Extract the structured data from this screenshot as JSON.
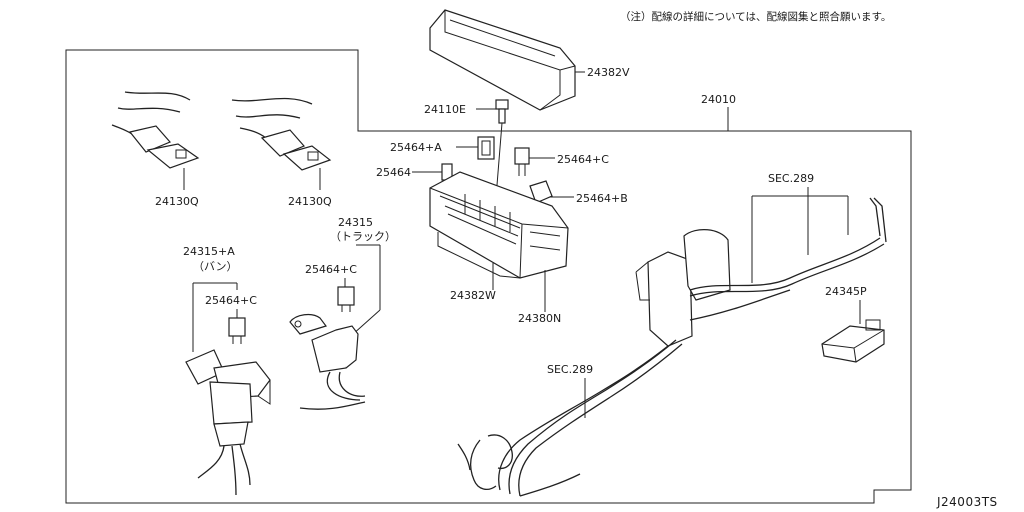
{
  "note": "（注）配線の詳細については、配線図集と照合願います。",
  "diagram_code": "J24003TS",
  "labels": {
    "p24382V": "24382V",
    "p24010": "24010",
    "p24110E": "24110E",
    "p25464A": "25464+A",
    "p25464C_top": "25464+C",
    "p25464": "25464",
    "p25464B": "25464+B",
    "p24130Q_1": "24130Q",
    "p24130Q_2": "24130Q",
    "p24315": "24315",
    "p24315_truck": "（トラック）",
    "p24315A": "24315+A",
    "p24315A_van": "（バン）",
    "p25464C_mid": "25464+C",
    "p25464C_left": "25464+C",
    "p24382W": "24382W",
    "p24380N": "24380N",
    "sec289_top": "SEC.289",
    "sec289_bottom": "SEC.289",
    "p24345P": "24345P"
  }
}
